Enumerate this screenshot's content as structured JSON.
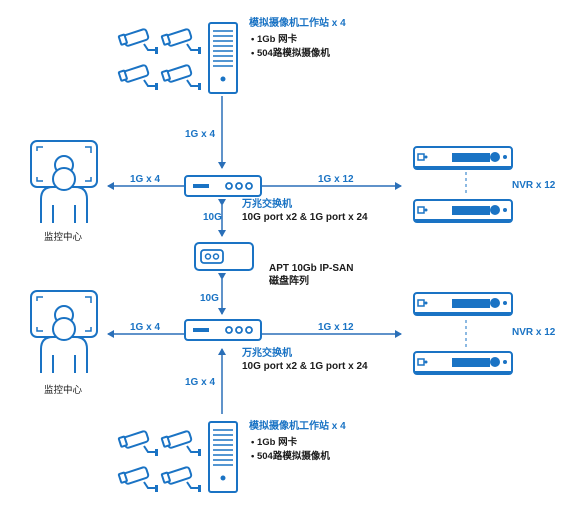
{
  "workstation_top": {
    "title": "模拟摄像机工作站 x 4",
    "bullets": [
      "1Gb 网卡",
      "504路模拟摄像机"
    ]
  },
  "workstation_bottom": {
    "title": "模拟摄像机工作站 x 4",
    "bullets": [
      "1Gb 网卡",
      "504路模拟摄像机"
    ]
  },
  "switch_top": {
    "name": "万兆交换机",
    "ports": "10G port x2 & 1G port x 24"
  },
  "switch_bottom": {
    "name": "万兆交换机",
    "ports": "10G port x2 & 1G port x 24"
  },
  "san": {
    "name": "APT 10Gb IP-SAN",
    "sub": "磁盘阵列"
  },
  "monitor_top_label": "监控中心",
  "monitor_bottom_label": "监控中心",
  "nvr_top_label": "NVR x 12",
  "nvr_bottom_label": "NVR x 12",
  "links": {
    "ws_top_to_switch": "1G x 4",
    "switch_top_to_monitor": "1G x 4",
    "switch_top_to_nvr": "1G x 12",
    "switch_top_to_san": "10G",
    "san_to_switch_bottom": "10G",
    "switch_bottom_to_monitor": "1G x 4",
    "switch_bottom_to_nvr": "1G x 12",
    "ws_bottom_to_switch": "1G x 4"
  },
  "colors": {
    "accent": "#1a73c4",
    "line": "#2a6fb8",
    "text": "#1b1b1b"
  }
}
